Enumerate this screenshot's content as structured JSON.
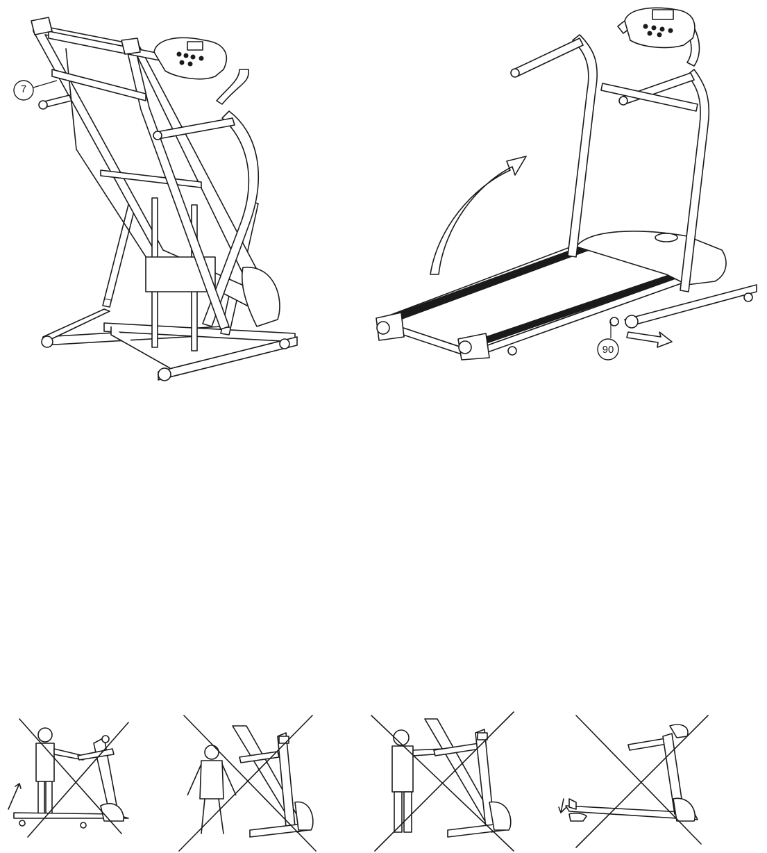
{
  "callouts": {
    "folded_part": "7",
    "unfolded_part": "90"
  },
  "figures": [
    {
      "id": "folded",
      "icon": "treadmill-folded-illustration"
    },
    {
      "id": "unfolded",
      "icon": "treadmill-unfolded-illustration"
    }
  ],
  "warnings": [
    {
      "icon": "crossed-out-lift-deck-illustration"
    },
    {
      "icon": "crossed-out-stand-behind-folded-illustration"
    },
    {
      "icon": "crossed-out-push-folded-illustration"
    },
    {
      "icon": "crossed-out-object-under-deck-illustration"
    }
  ]
}
